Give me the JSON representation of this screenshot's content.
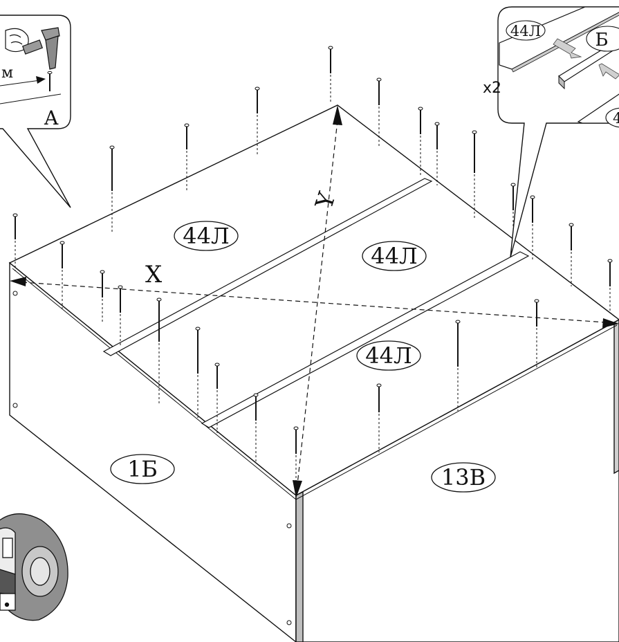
{
  "panels": {
    "top_left": "44Л",
    "top_right": "44Л",
    "top_front": "44Л",
    "side_left": "1Б",
    "side_front": "13В"
  },
  "dimensions": {
    "x_label": "X",
    "y_label": "Y"
  },
  "callout_nail": {
    "label_a": "A",
    "fragment": "м"
  },
  "callout_joint": {
    "multiplier": "x2",
    "panel_top": "44Л",
    "panel_bottom": "4",
    "connector": "Б"
  }
}
